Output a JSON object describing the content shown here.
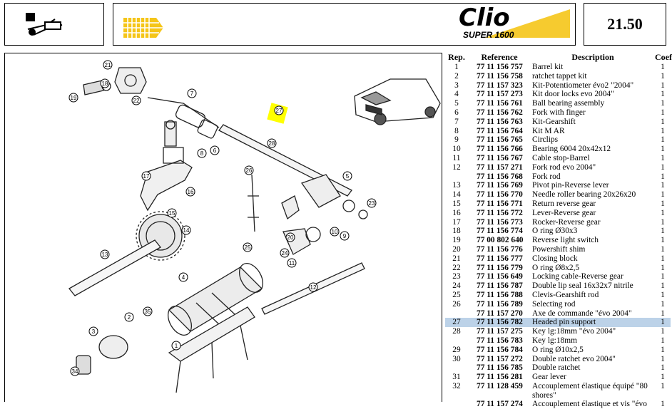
{
  "header": {
    "brand": "Clio",
    "model": "SUPER 1600",
    "page_number": "21.50",
    "accent_color": "#f5c518"
  },
  "table": {
    "headers": {
      "rep": "Rep.",
      "reference": "Reference",
      "description": "Description",
      "coef": "Coef"
    },
    "rows": [
      {
        "rep": "1",
        "ref": "77 11 156 757",
        "desc": "Barrel kit",
        "coef": "1"
      },
      {
        "rep": "2",
        "ref": "77 11 156 758",
        "desc": "ratchet tappet kit",
        "coef": "1"
      },
      {
        "rep": "3",
        "ref": "77 11 157 323",
        "desc": "Kit-Potentiometer évo2 \"2004\"",
        "coef": "1"
      },
      {
        "rep": "4",
        "ref": "77 11 157 273",
        "desc": "Kit door locks evo 2004\"",
        "coef": "1"
      },
      {
        "rep": "5",
        "ref": "77 11 156 761",
        "desc": "Ball bearing assembly",
        "coef": "1"
      },
      {
        "rep": "6",
        "ref": "77 11 156 762",
        "desc": "Fork with finger",
        "coef": "1"
      },
      {
        "rep": "7",
        "ref": "77 11 156 763",
        "desc": "Kit-Gearshift",
        "coef": "1"
      },
      {
        "rep": "8",
        "ref": "77 11 156 764",
        "desc": "Kit M AR",
        "coef": "1"
      },
      {
        "rep": "9",
        "ref": "77 11 156 765",
        "desc": "Circlips",
        "coef": "1"
      },
      {
        "rep": "10",
        "ref": "77 11 156 766",
        "desc": "Bearing 6004 20x42x12",
        "coef": "1"
      },
      {
        "rep": "11",
        "ref": "77 11 156 767",
        "desc": "Cable stop-Barrel",
        "coef": "1"
      },
      {
        "rep": "12",
        "ref": "77 11 157 271",
        "desc": "Fork rod evo 2004\"",
        "coef": "1"
      },
      {
        "rep": "",
        "ref": "77 11 156 768",
        "desc": "Fork rod",
        "coef": "1"
      },
      {
        "rep": "13",
        "ref": "77 11 156 769",
        "desc": "Pivot pin-Reverse lever",
        "coef": "1"
      },
      {
        "rep": "14",
        "ref": "77 11 156 770",
        "desc": "Needle roller bearing 20x26x20",
        "coef": "1"
      },
      {
        "rep": "15",
        "ref": "77 11 156 771",
        "desc": "Return reverse gear",
        "coef": "1"
      },
      {
        "rep": "16",
        "ref": "77 11 156 772",
        "desc": "Lever-Reverse gear",
        "coef": "1"
      },
      {
        "rep": "17",
        "ref": "77 11 156 773",
        "desc": "Rocker-Reverse gear",
        "coef": "1"
      },
      {
        "rep": "18",
        "ref": "77 11 156 774",
        "desc": "O ring Ø30x3",
        "coef": "1"
      },
      {
        "rep": "19",
        "ref": "77 00 802 640",
        "desc": "Reverse light switch",
        "coef": "1"
      },
      {
        "rep": "20",
        "ref": "77 11 156 776",
        "desc": "Powershift shim",
        "coef": "1"
      },
      {
        "rep": "21",
        "ref": "77 11 156 777",
        "desc": "Closing block",
        "coef": "1"
      },
      {
        "rep": "22",
        "ref": "77 11 156 779",
        "desc": "O ring Ø8x2,5",
        "coef": "1"
      },
      {
        "rep": "23",
        "ref": "77 11 156 649",
        "desc": "Locking cable-Reverse gear",
        "coef": "1"
      },
      {
        "rep": "24",
        "ref": "77 11 156 787",
        "desc": "Double lip seal 16x32x7 nitrile",
        "coef": "1"
      },
      {
        "rep": "25",
        "ref": "77 11 156 788",
        "desc": "Clevis-Gearshift rod",
        "coef": "1"
      },
      {
        "rep": "26",
        "ref": "77 11 156 789",
        "desc": "Selecting rod",
        "coef": "1"
      },
      {
        "rep": "",
        "ref": "77 11 157 270",
        "desc": "Axe de commande \"évo 2004\"",
        "coef": "1"
      },
      {
        "rep": "27",
        "ref": "77 11 156 782",
        "desc": "Headed pin support",
        "coef": "1",
        "selected": true
      },
      {
        "rep": "28",
        "ref": "77 11 157 275",
        "desc": "Key lg:18mm \"évo 2004\"",
        "coef": "1"
      },
      {
        "rep": "",
        "ref": "77 11 156 783",
        "desc": "Key lg:18mm",
        "coef": "1"
      },
      {
        "rep": "29",
        "ref": "77 11 156 784",
        "desc": "O ring Ø10x2,5",
        "coef": "1"
      },
      {
        "rep": "30",
        "ref": "77 11 157 272",
        "desc": "Double ratchet evo 2004\"",
        "coef": "1"
      },
      {
        "rep": "",
        "ref": "77 11 156 785",
        "desc": "Double ratchet",
        "coef": "1"
      },
      {
        "rep": "31",
        "ref": "77 11 156 281",
        "desc": "Gear lever",
        "coef": "1"
      },
      {
        "rep": "32",
        "ref": "77 11 128 459",
        "desc": "Accouplement élastique équipé \"80 shores\"",
        "coef": "1",
        "wrap": true
      },
      {
        "rep": "",
        "ref": "77 11 157 274",
        "desc": "Accouplement élastique et vis \"évo",
        "coef": "1"
      }
    ]
  },
  "diagram": {
    "callouts": [
      "21",
      "19",
      "18",
      "22",
      "7",
      "27",
      "28",
      "8",
      "5",
      "23",
      "17",
      "16",
      "15",
      "6",
      "14",
      "10",
      "9",
      "13",
      "24",
      "11",
      "4",
      "35",
      "12",
      "2",
      "3",
      "1",
      "34",
      "26",
      "25",
      "20"
    ],
    "highlight_callout": "27",
    "highlight_color": "#ffff00"
  }
}
